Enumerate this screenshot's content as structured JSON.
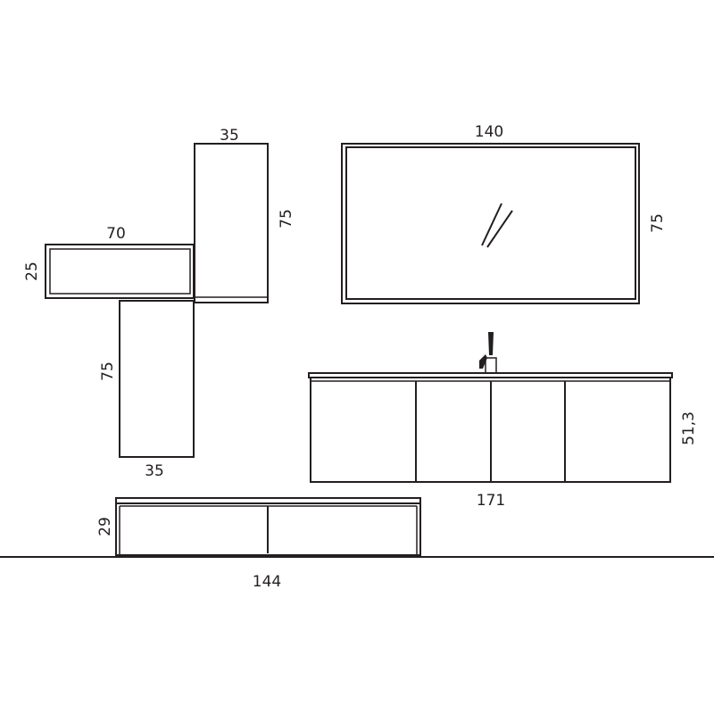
{
  "dimensions": {
    "tall_cabinet_upper_width": "35",
    "tall_cabinet_upper_height": "75",
    "open_shelf_width": "70",
    "open_shelf_height": "25",
    "tall_cabinet_lower_height": "75",
    "tall_cabinet_lower_width": "35",
    "mirror_width": "140",
    "mirror_height": "75",
    "vanity_height": "51,3",
    "vanity_width": "171",
    "low_cabinet_height": "29",
    "low_cabinet_width": "144"
  },
  "colors": {
    "stroke": "#231f20",
    "background": "#ffffff"
  }
}
